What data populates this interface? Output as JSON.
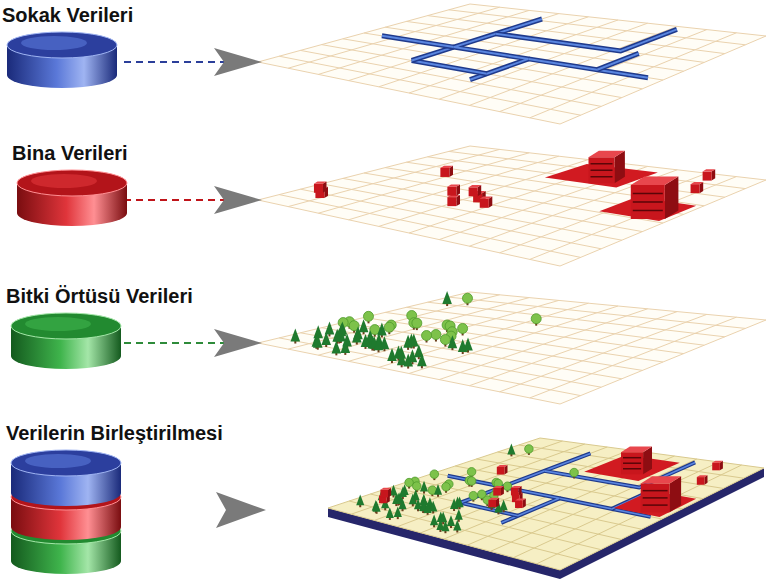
{
  "diagram": {
    "nodes": [
      {
        "text": [
          "Sokak Verileri"
        ]
      },
      {
        "text": [
          "Bina Verileri"
        ]
      },
      {
        "text": [
          "Bitki Örtüsü Verileri"
        ]
      },
      {
        "text": [
          "Verilerin Birleştirilmesi"
        ]
      }
    ]
  }
}
